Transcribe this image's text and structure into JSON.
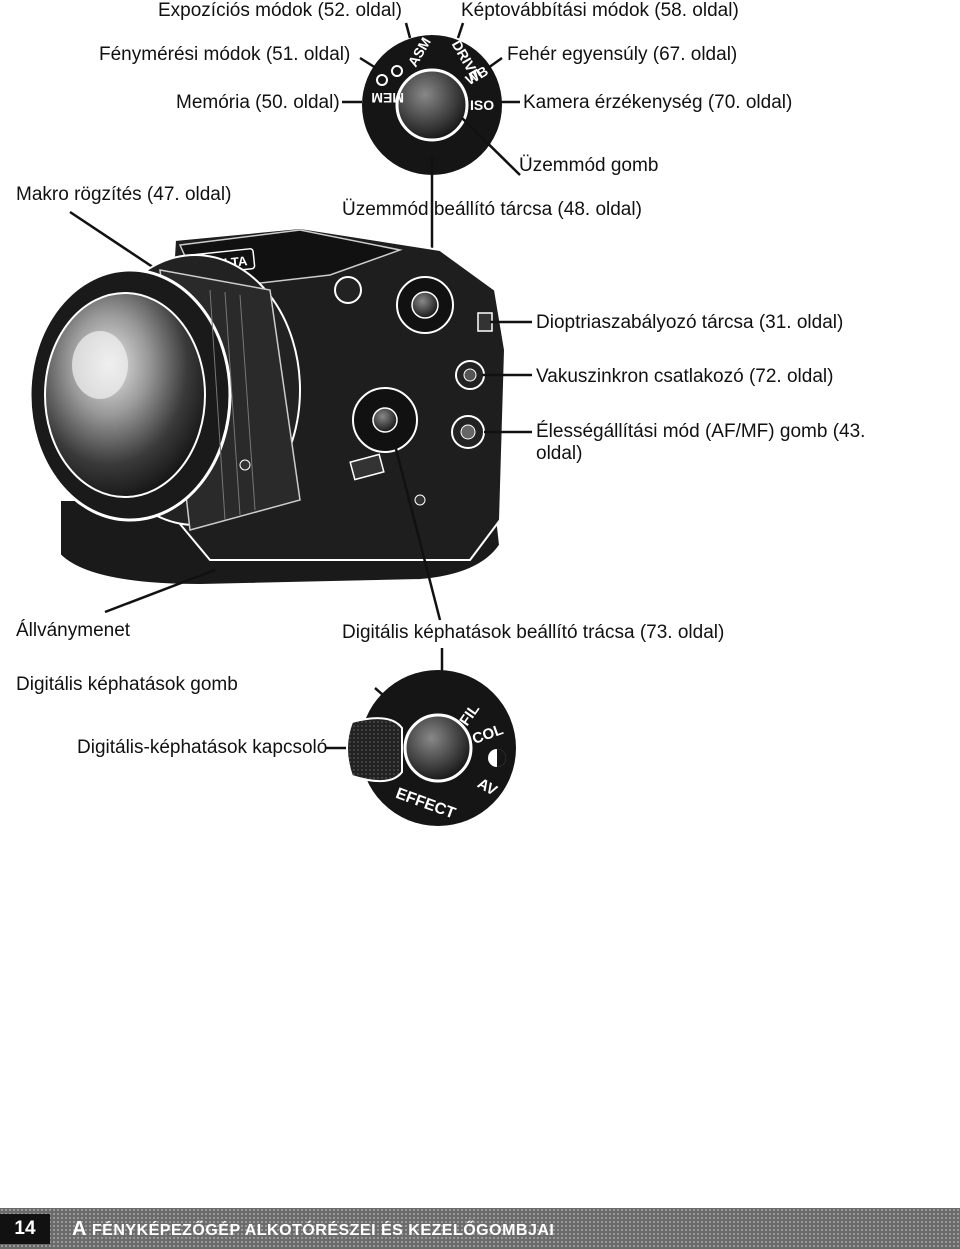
{
  "labels": {
    "exposure_modes": "Expozíciós módok (52. oldal)",
    "drive_modes": "Képtovábbítási módok (58. oldal)",
    "metering_modes": "Fénymérési módok (51. oldal)",
    "white_balance": "Fehér egyensúly (67. oldal)",
    "memory": "Memória (50. oldal)",
    "iso": "Kamera érzékenység (70. oldal)",
    "mode_button": "Üzemmód gomb",
    "macro": "Makro rögzítés (47. oldal)",
    "mode_dial": "Üzemmód beállító tárcsa (48. oldal)",
    "diopter": "Dioptriaszabályozó tárcsa (31. oldal)",
    "flash_sync": "Vakuszinkron csatlakozó (72. oldal)",
    "focus_mode": "Élességállítási mód (AF/MF) gomb (43. oldal)",
    "tripod": "Állványmenet",
    "effect_dial": "Digitális képhatások beállító trácsa (73. oldal)",
    "effect_button": "Digitális képhatások gomb",
    "effect_switch": "Digitális-képhatások kapcsoló"
  },
  "dial_marks": {
    "asm": "ASM",
    "drive": "DRIVE",
    "wb": "WB",
    "iso": "ISO",
    "mem": "MEM",
    "fil": "FIL",
    "col": "COL",
    "av": "AV",
    "effect": "EFFECT"
  },
  "camera_brand": "MINOLTA",
  "footer": {
    "page_number": "14",
    "title_initial": "A",
    "title_rest": " FÉNYKÉPEZŐGÉP ALKOTÓRÉSZEI ÉS KEZELŐGOMBJAI"
  }
}
